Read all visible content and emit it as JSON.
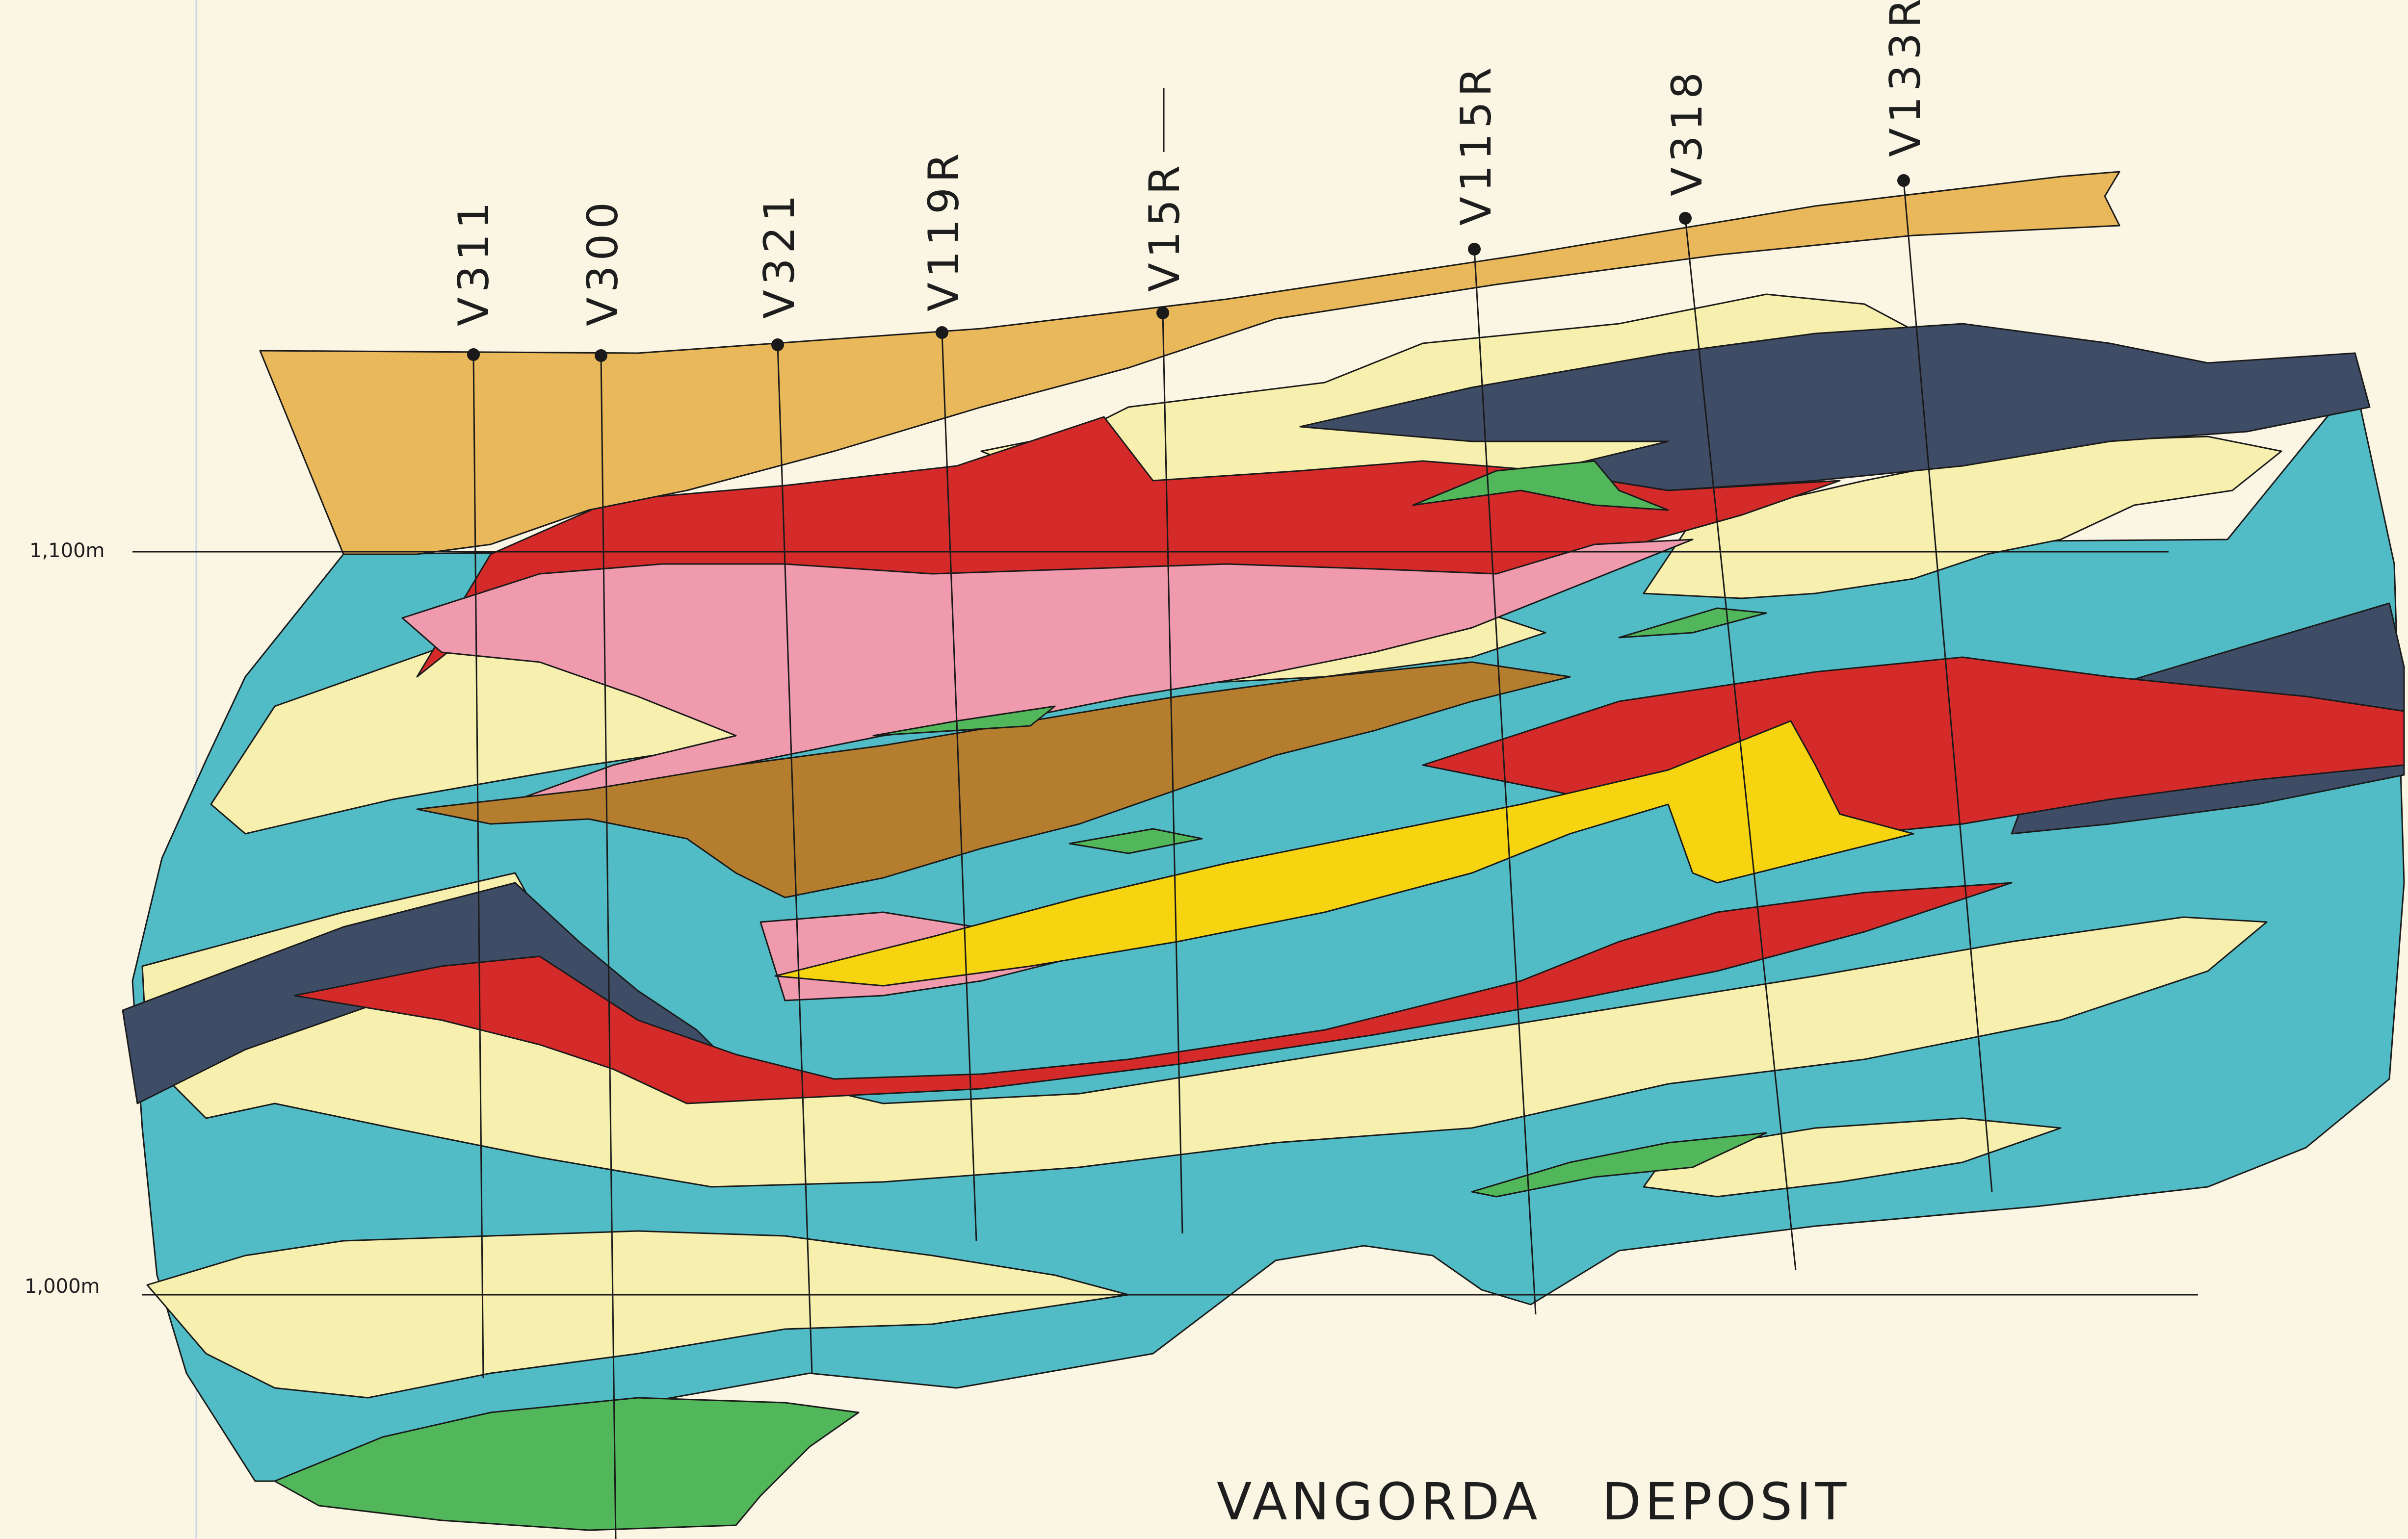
{
  "drill_holes": [
    "V311",
    "V300",
    "V321",
    "V119R",
    "V15R",
    "V115R",
    "V318",
    "V133R"
  ],
  "elevations": [
    "1,100m",
    "1,000m"
  ],
  "title": "VANGORDA   DEPOSIT",
  "colors": {
    "paper": "#fbf6e4",
    "overburden": "#e9b85a",
    "phyllite_blue": "#52bcc6",
    "pale_yellow": "#f7efad",
    "red": "#d52a2a",
    "pink": "#f09aae",
    "dark_slate": "#3f4c66",
    "brown": "#b47e2e",
    "bright_yellow": "#f6d410",
    "green": "#52b65a"
  }
}
